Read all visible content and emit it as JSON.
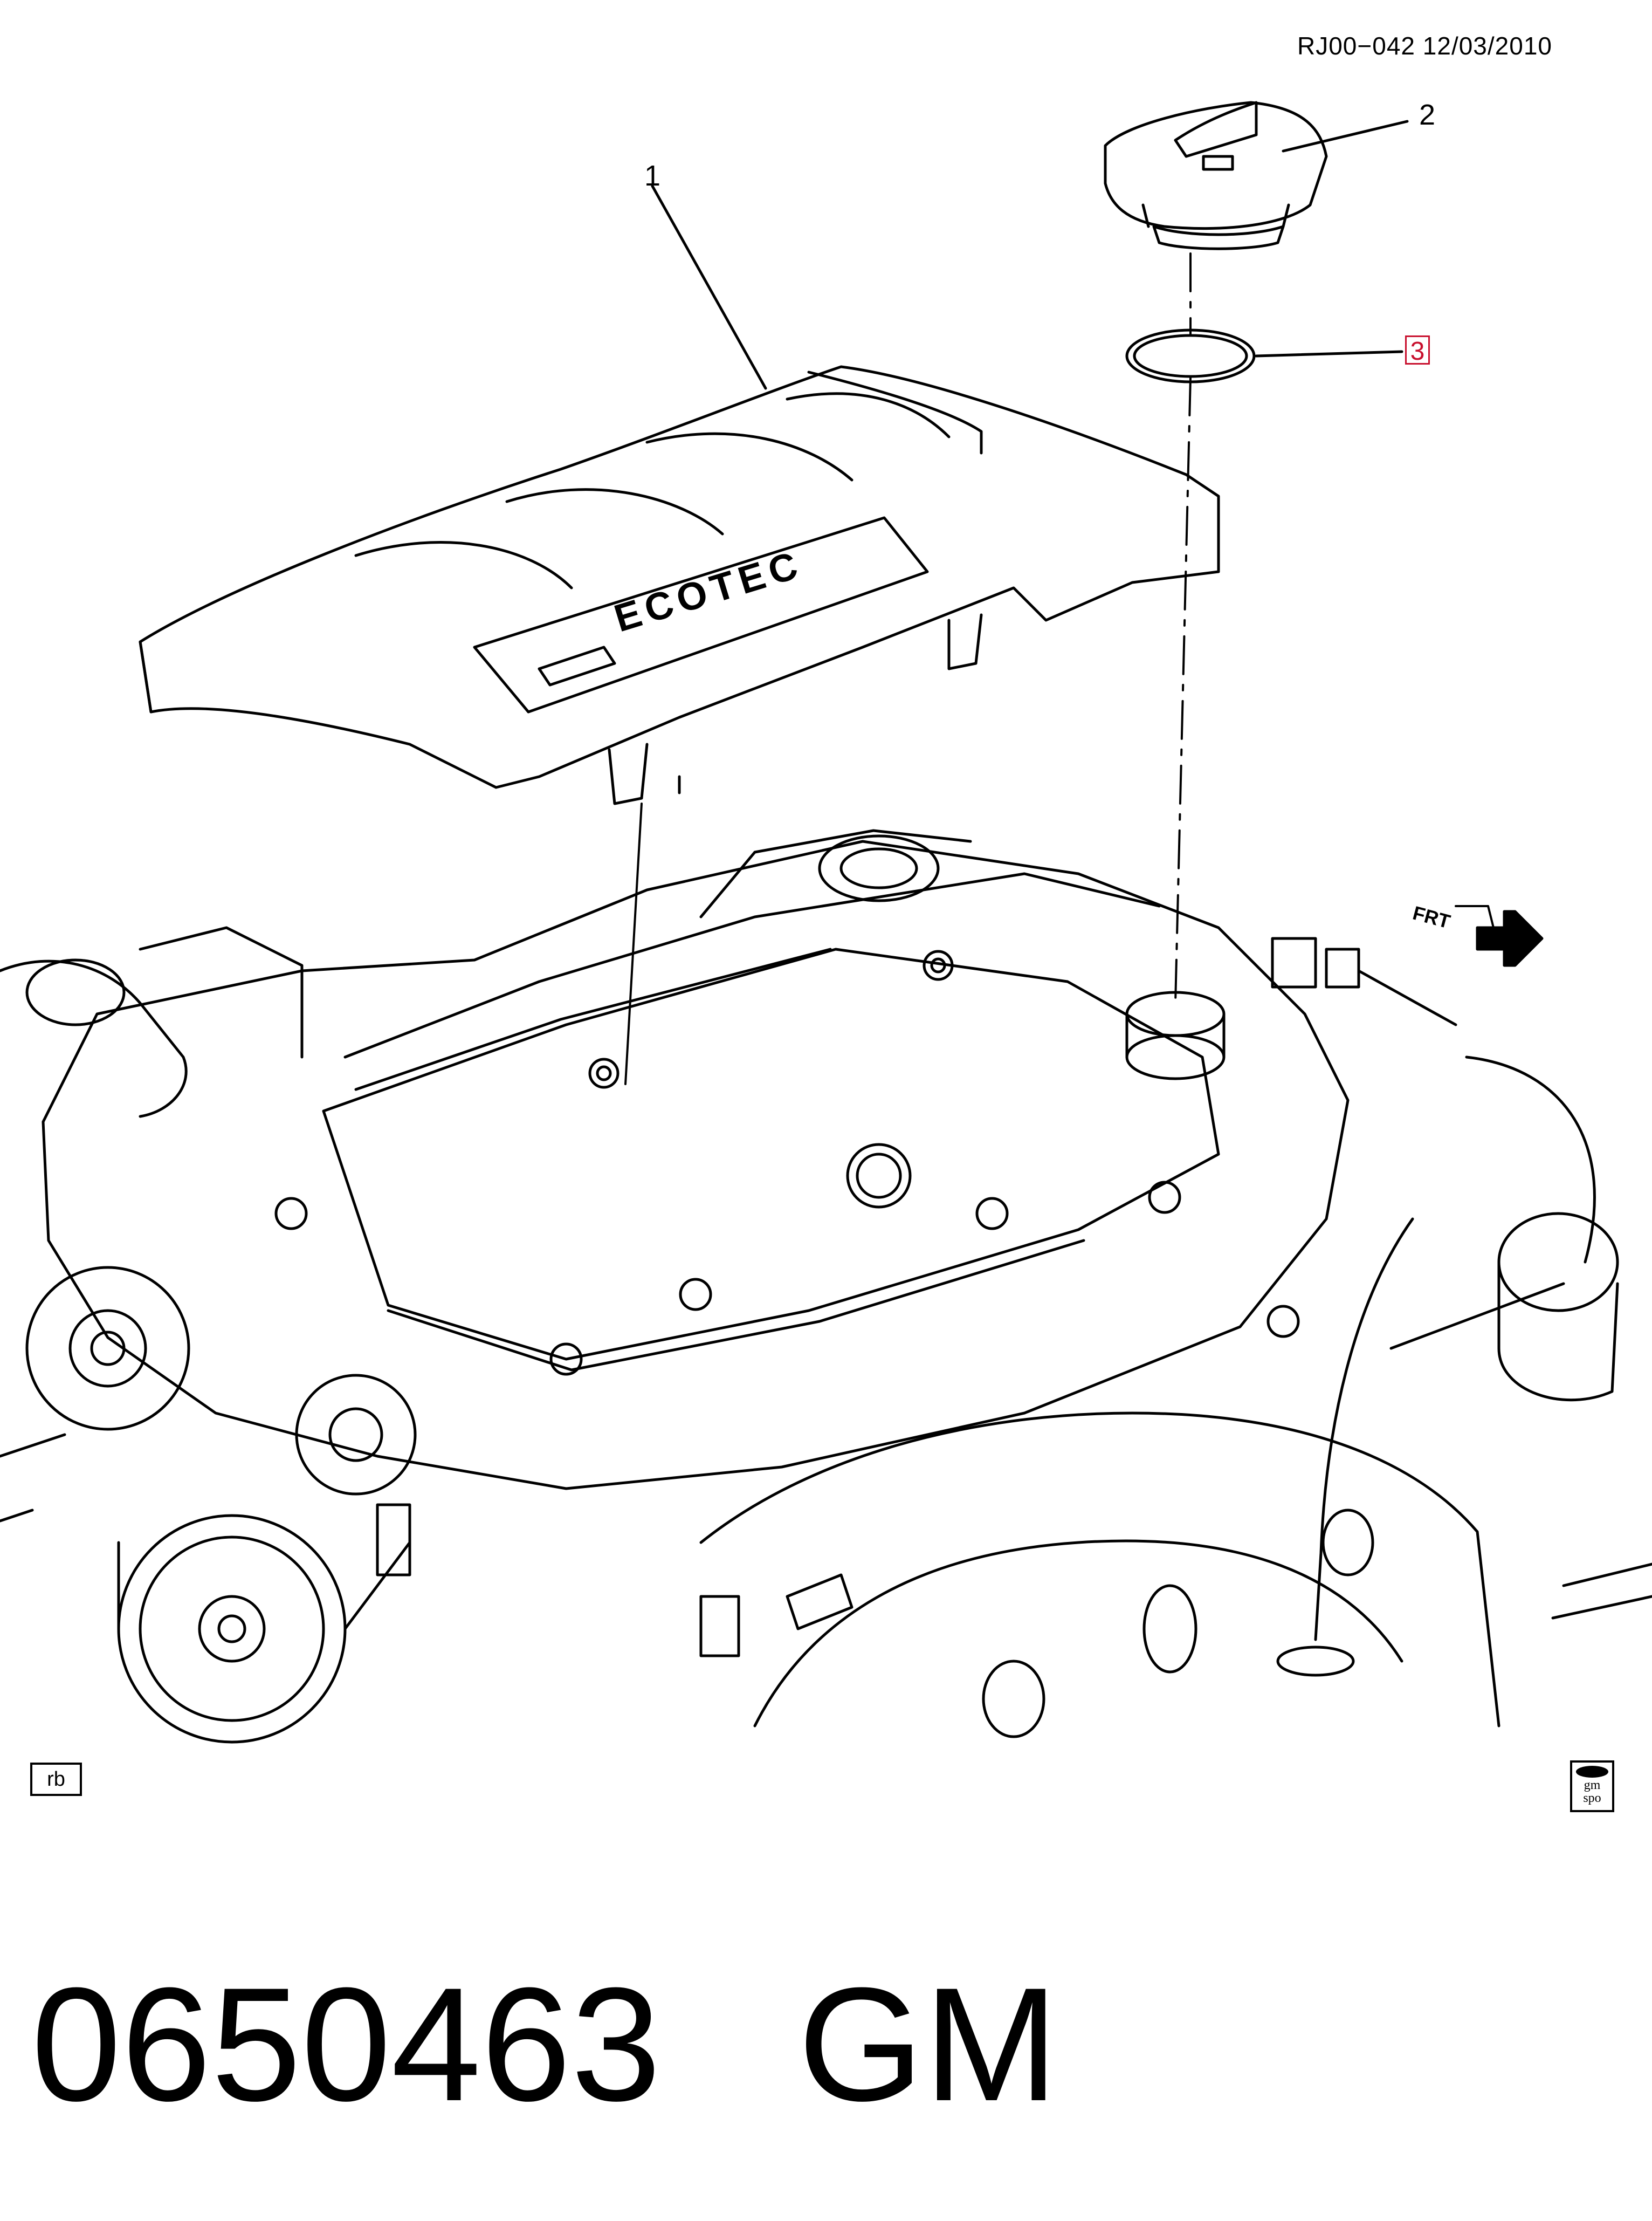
{
  "header": {
    "reference": "RJ00−042  12/03/2010"
  },
  "callouts": {
    "engine_cover": "1",
    "oil_fill_cap": "2",
    "cap_seal": "3"
  },
  "engine_cover_logo": "ECOTEC",
  "orientation_label": "FRT",
  "corner_code": "rb",
  "spo_icon": {
    "line1": "gm",
    "line2": "spo"
  },
  "footer": {
    "part_number": "0650463",
    "brand": "GM"
  },
  "colors": {
    "line": "#000000",
    "highlight": "#c8102e",
    "background": "#ffffff"
  }
}
